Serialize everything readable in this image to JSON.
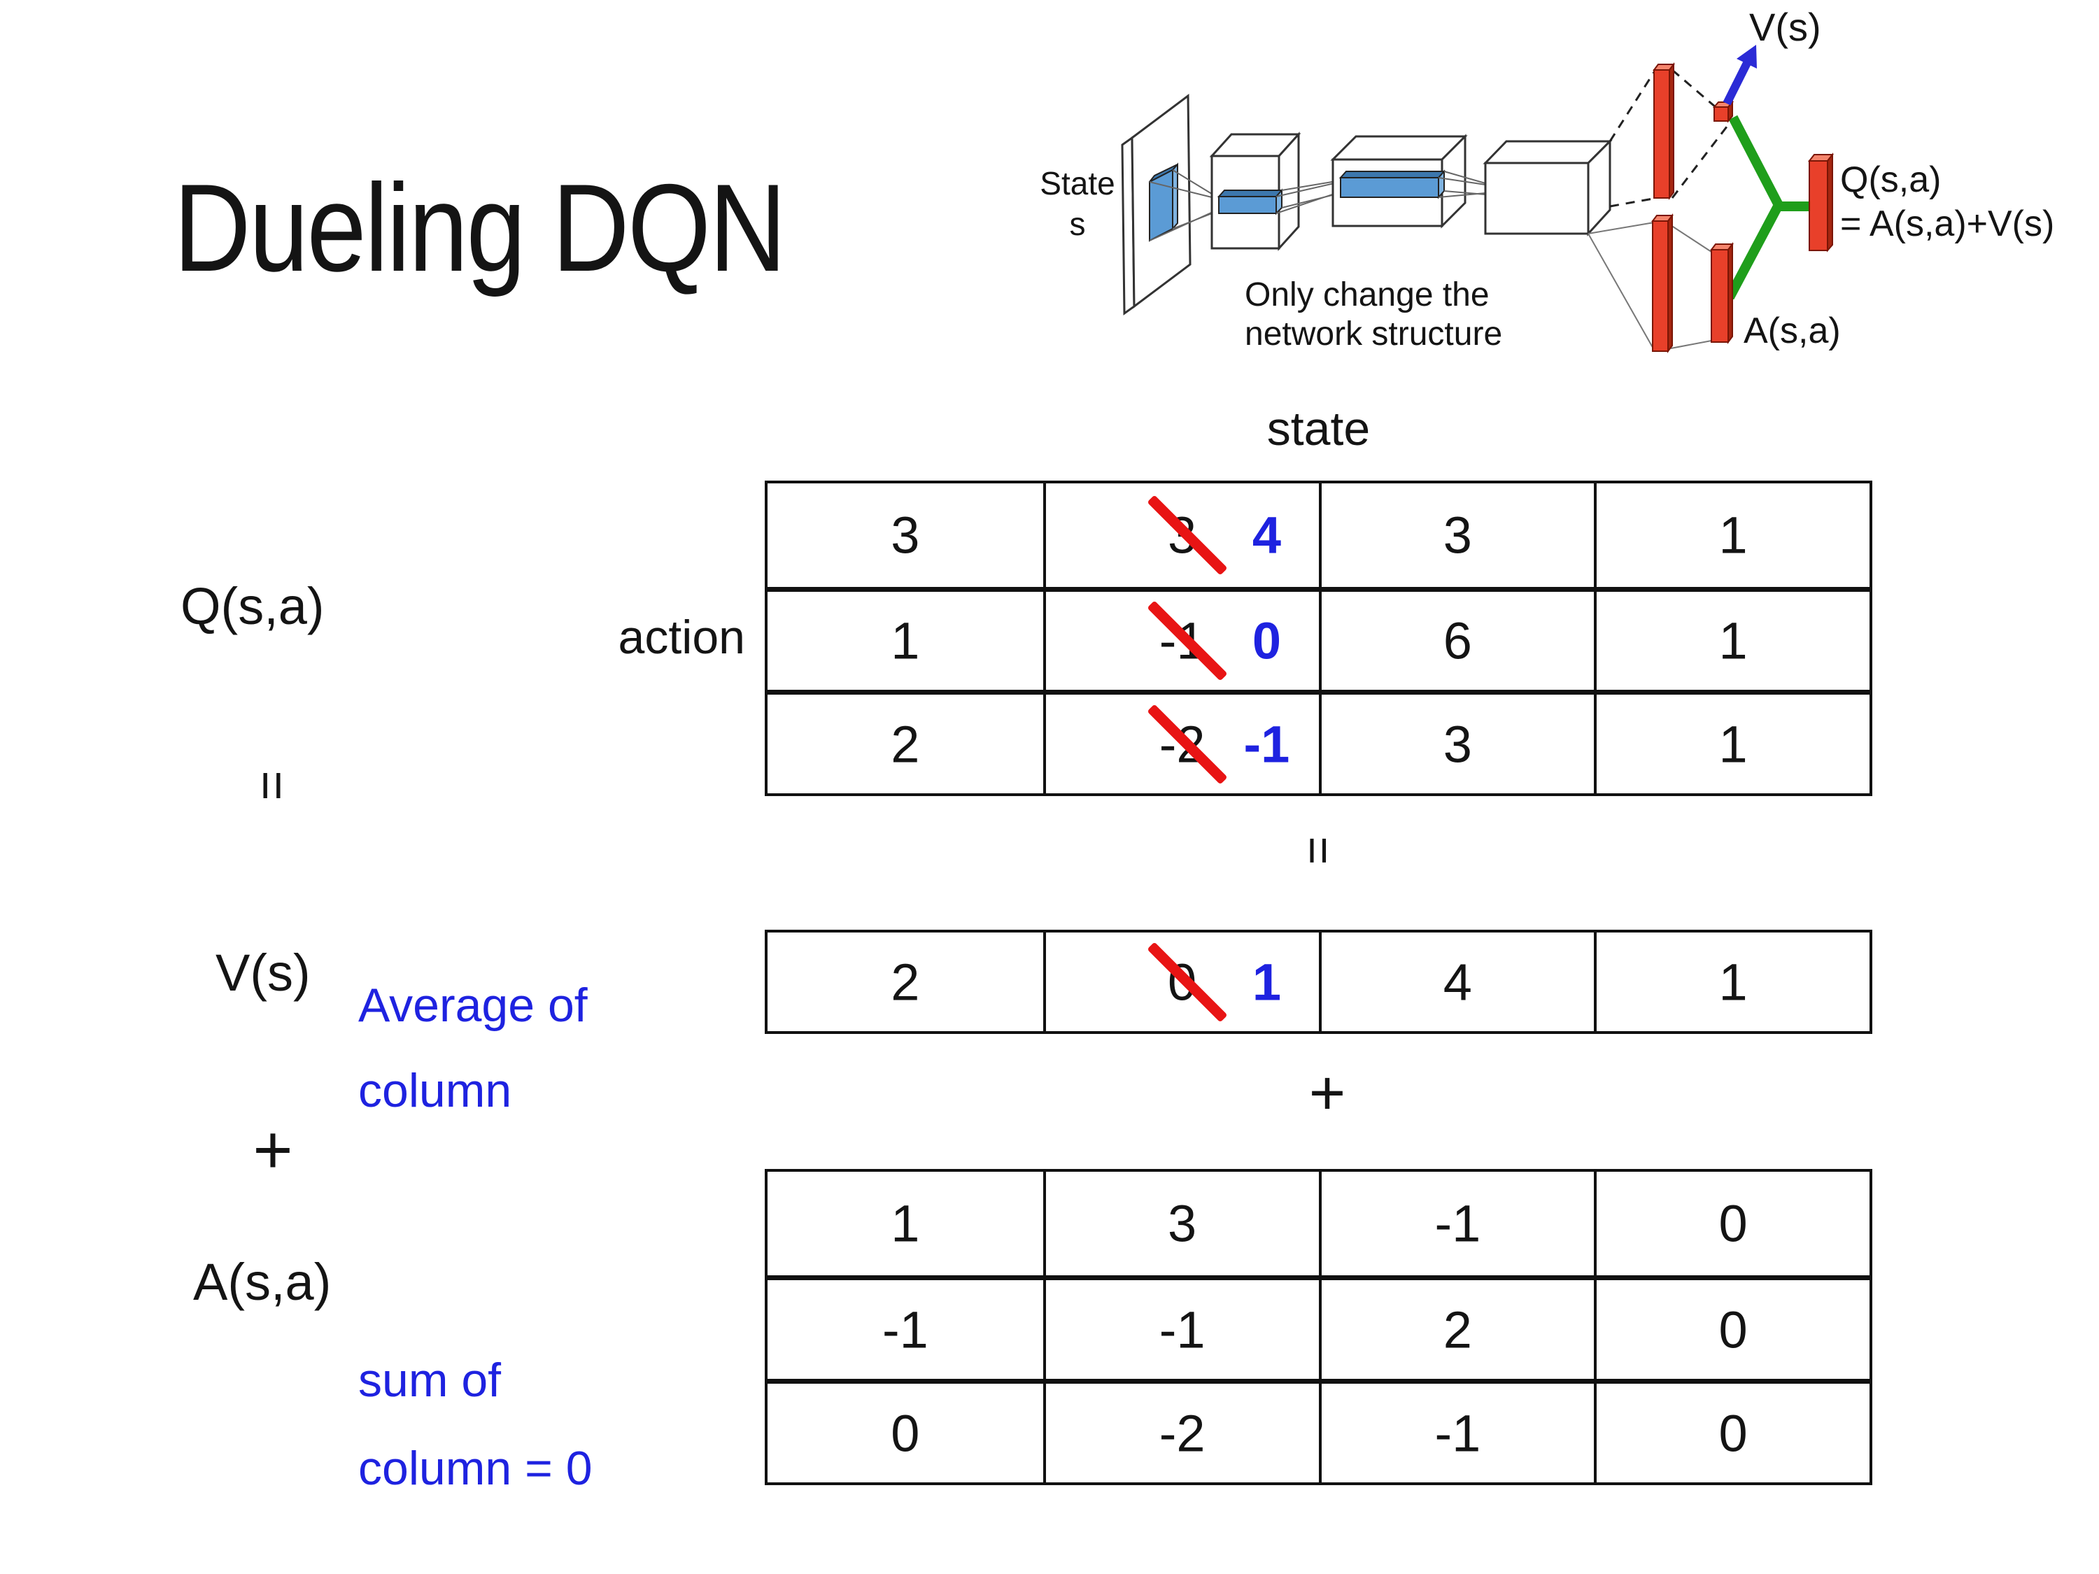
{
  "title": "Dueling DQN",
  "diagram": {
    "state_label": "State",
    "state_sub": "s",
    "note_line1": "Only change the",
    "note_line2": "network structure",
    "v_out_label": "V(s)",
    "q_out_label": "Q(s,a)",
    "q_out_formula": "= A(s,a)+V(s)",
    "a_out_label": "A(s,a)"
  },
  "q_section": {
    "label": "Q(s,a)",
    "equals_rotated": "=",
    "state_header": "state",
    "action_label": "action",
    "table": {
      "rows": [
        [
          {
            "v": "3"
          },
          {
            "v": "3",
            "strike": true,
            "new": "4"
          },
          {
            "v": "3"
          },
          {
            "v": "1"
          }
        ],
        [
          {
            "v": "1"
          },
          {
            "v": "-1",
            "strike": true,
            "new": "0"
          },
          {
            "v": "6"
          },
          {
            "v": "1"
          }
        ],
        [
          {
            "v": "2"
          },
          {
            "v": "-2",
            "strike": true,
            "new": "-1"
          },
          {
            "v": "3"
          },
          {
            "v": "1"
          }
        ]
      ]
    },
    "equals_below": "="
  },
  "v_section": {
    "label": "V(s)",
    "note_line1": "Average of",
    "note_line2": "column",
    "table": {
      "rows": [
        [
          {
            "v": "2"
          },
          {
            "v": "0",
            "strike": true,
            "new": "1"
          },
          {
            "v": "4"
          },
          {
            "v": "1"
          }
        ]
      ]
    },
    "plus_below": "+"
  },
  "a_section": {
    "label": "A(s,a)",
    "plus_left": "+",
    "note_line1": "sum of",
    "note_line2": "column = 0",
    "table": {
      "rows": [
        [
          {
            "v": "1"
          },
          {
            "v": "3"
          },
          {
            "v": "-1"
          },
          {
            "v": "0"
          }
        ],
        [
          {
            "v": "-1"
          },
          {
            "v": "-1"
          },
          {
            "v": "2"
          },
          {
            "v": "0"
          }
        ],
        [
          {
            "v": "0"
          },
          {
            "v": "-2"
          },
          {
            "v": "-1"
          },
          {
            "v": "0"
          }
        ]
      ]
    }
  },
  "colors": {
    "highlight_blue": "#1E22E0",
    "strike_red": "#E81414",
    "bar_red": "#E8402A",
    "bar_red_dark": "#A52610",
    "bar_red_light": "#F4846C",
    "conv_blue": "#5B9BD5",
    "link_green": "#1F9E1B",
    "arrow_blue": "#2B2BD6"
  }
}
